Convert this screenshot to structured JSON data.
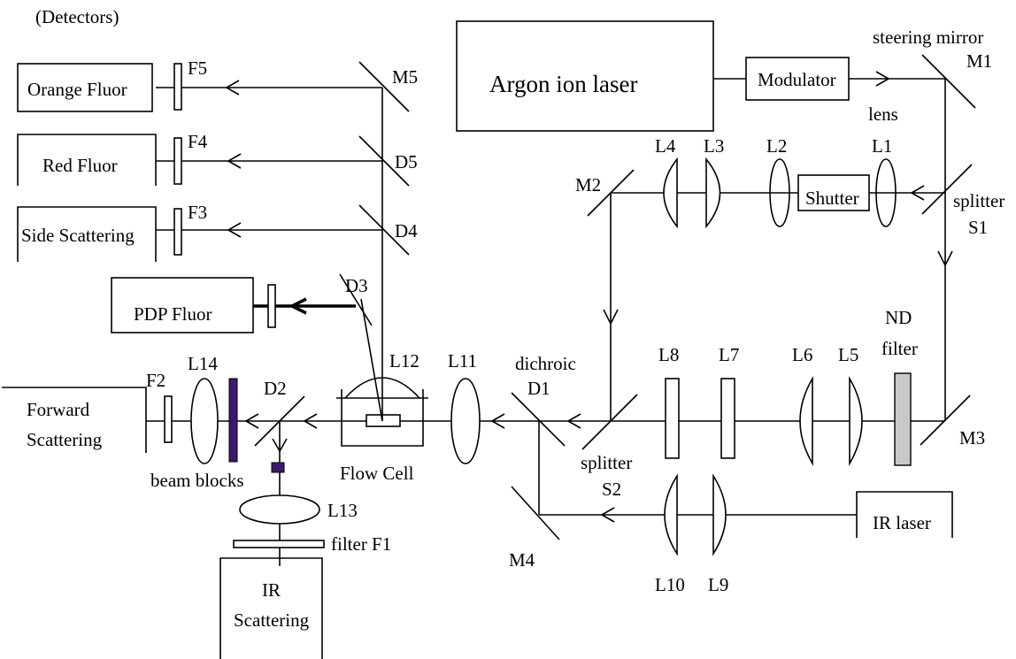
{
  "header": {
    "detectors": "(Detectors)"
  },
  "boxes": {
    "argon_laser": "Argon ion laser",
    "modulator": "Modulator",
    "shutter": "Shutter",
    "orange_fluor": "Orange Fluor",
    "red_fluor": "Red Fluor",
    "side_scattering": "Side Scattering",
    "pdp_fluor": "PDP Fluor",
    "forward_line1": "Forward",
    "forward_line2": "Scattering",
    "ir_scattering_line1": "IR",
    "ir_scattering_line2": "Scattering",
    "ir_laser": "IR laser",
    "flow_cell": "Flow Cell"
  },
  "labels": {
    "steering_mirror": "steering mirror",
    "m1": "M1",
    "lens": "lens",
    "l1": "L1",
    "l2": "L2",
    "l3": "L3",
    "l4": "L4",
    "m2": "M2",
    "splitter_s1_a": "splitter",
    "splitter_s1_b": "S1",
    "nd_a": "ND",
    "nd_b": "filter",
    "l5": "L5",
    "l6": "L6",
    "l7": "L7",
    "l8": "L8",
    "m3": "M3",
    "dichroic": "dichroic",
    "d1": "D1",
    "l11": "L11",
    "l12": "L12",
    "splitter_s2_a": "splitter",
    "splitter_s2_b": "S2",
    "m4": "M4",
    "l9": "L9",
    "l10": "L10",
    "m5": "M5",
    "d5": "D5",
    "d4": "D4",
    "d3": "D3",
    "d2": "D2",
    "f5": "F5",
    "f4": "F4",
    "f3": "F3",
    "f2": "F2",
    "l14": "L14",
    "beam_blocks": "beam blocks",
    "l13": "L13",
    "filter_f1": "filter F1"
  },
  "colors": {
    "line": "#000000",
    "beam_block": "#3a1a6e",
    "nd_filter": "#c8c8c8"
  }
}
